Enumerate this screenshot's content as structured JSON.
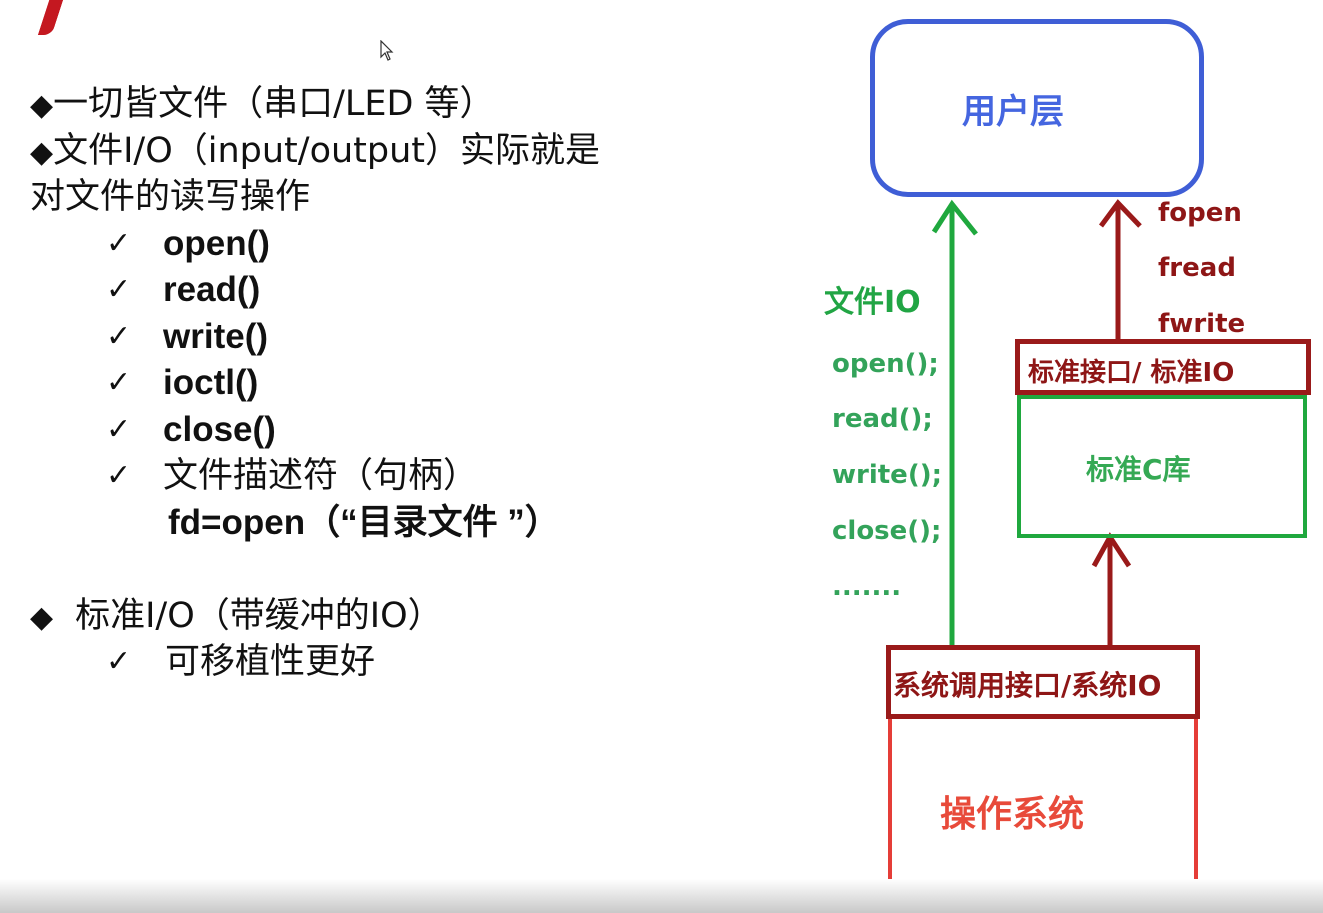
{
  "left_panel": {
    "bullet_symbol": "◆",
    "check_symbol": "✓",
    "line1": "一切皆文件（串口/LED 等）",
    "line2": "文件I/O（input/output）实际就是",
    "line3": "对文件的读写操作",
    "checks": [
      "open()",
      "read()",
      "write()",
      "ioctl()",
      "close()",
      "文件描述符（句柄）"
    ],
    "fd_example": "fd=open（“目录文件 ”）",
    "line4": "标准I/O（带缓冲的IO）",
    "portable": "可移植性更好"
  },
  "diagram": {
    "user_layer": "用户层",
    "file_io_title": "文件IO",
    "file_io_calls": [
      "open();",
      "read();",
      "write();",
      "close();",
      "......."
    ],
    "std_io_calls": [
      "fopen",
      "fread",
      "fwrite"
    ],
    "std_interface": "标准接口/  标准IO",
    "std_c_lib": "标准C库",
    "syscall_interface": "系统调用接口/系统IO",
    "os": "操作系统"
  },
  "colors": {
    "user_box": "#3f5ed6",
    "green": "#1fa83e",
    "dark_red": "#9a1a1a",
    "red": "#e53d38"
  }
}
